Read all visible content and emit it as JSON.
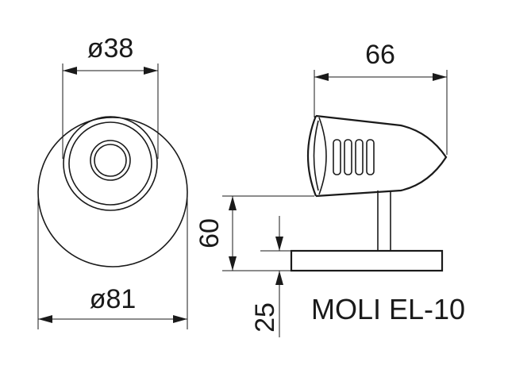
{
  "model_name": "MOLI EL-10",
  "dimensions": {
    "head_diameter": "ø38",
    "body_diameter": "ø81",
    "length": "66",
    "height": "60",
    "base_height": "25"
  },
  "colors": {
    "line": "#1a1a1a",
    "background": "#ffffff"
  }
}
